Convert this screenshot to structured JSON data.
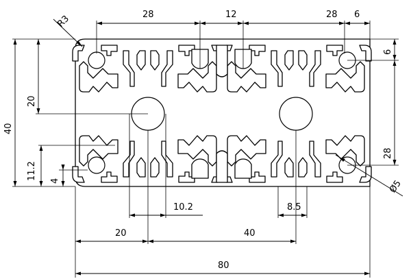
{
  "drawing": {
    "labels": {
      "r3": "R3",
      "top_28_left": "28",
      "top_12": "12",
      "top_28_right": "28",
      "top_6": "6",
      "right_6": "6",
      "right_28": "28",
      "diameter_5": "Ø5",
      "left_40": "40",
      "left_20": "20",
      "left_11_2": "11.2",
      "left_4": "4",
      "slot_10_2": "10.2",
      "slot_8_5": "8.5",
      "bottom_20": "20",
      "bottom_40": "40",
      "bottom_80": "80"
    }
  }
}
